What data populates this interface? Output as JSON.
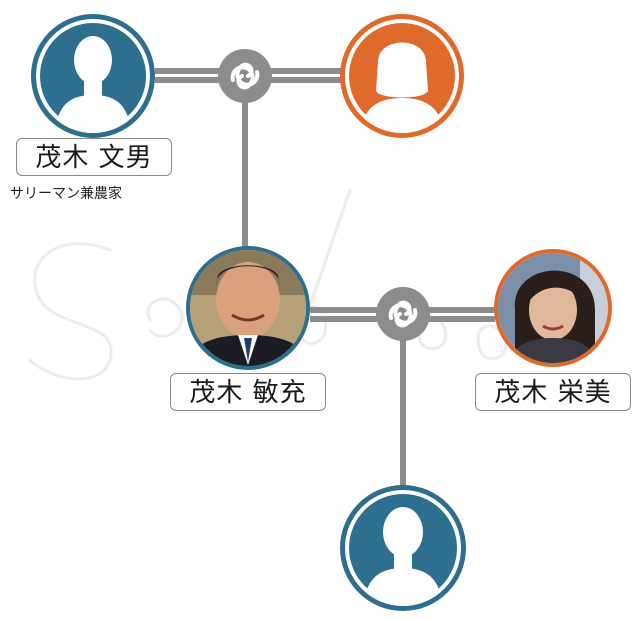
{
  "people": [
    {
      "id": "fumio",
      "name": "茂木 文男",
      "role": "サリーマン兼農家",
      "gender": "male",
      "ring_color": "#2e6e8e",
      "has_photo": false
    },
    {
      "id": "grandmother",
      "name": "",
      "role": "",
      "gender": "female",
      "ring_color": "#e06a2c",
      "has_photo": false
    },
    {
      "id": "toshimitsu",
      "name": "茂木 敏充",
      "role": "",
      "gender": "male",
      "ring_color": "#2e6e8e",
      "has_photo": true
    },
    {
      "id": "eimi",
      "name": "茂木 栄美",
      "role": "",
      "gender": "female",
      "ring_color": "#e06a2c",
      "has_photo": true
    },
    {
      "id": "child",
      "name": "",
      "role": "",
      "gender": "male",
      "ring_color": "#2e6e8e",
      "has_photo": false
    }
  ],
  "colors": {
    "male": "#2e6e8e",
    "female": "#e06a2c",
    "line": "#8c8c8c",
    "marriage_knot": "#8c8c8c"
  },
  "icons": {
    "marriage": "ring-knot-icon",
    "silhouette": "person-silhouette-icon"
  },
  "watermark": "Sato..."
}
